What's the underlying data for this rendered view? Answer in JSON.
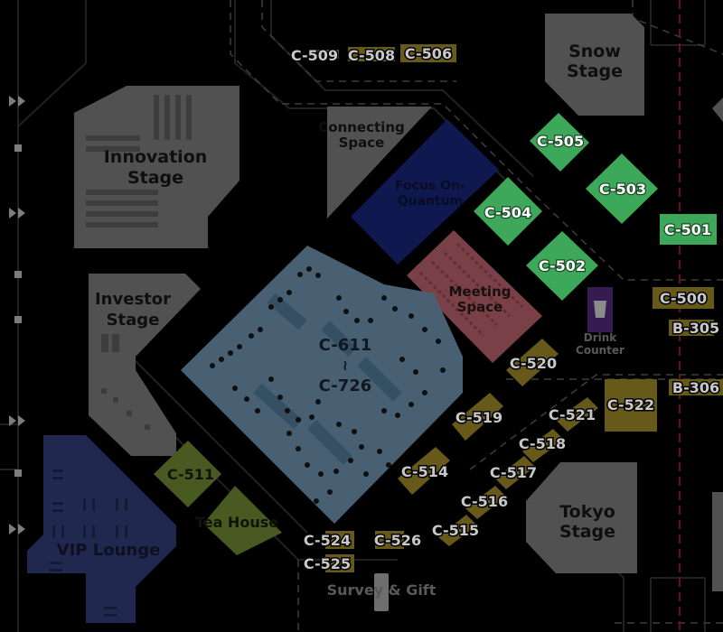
{
  "stages": {
    "innovation": [
      "Innovation",
      "Stage"
    ],
    "investor": [
      "Investor",
      "Stage"
    ],
    "snow": [
      "Snow",
      "Stage"
    ],
    "tokyo": [
      "Tokyo",
      "Stage"
    ]
  },
  "areas": {
    "connecting_space": [
      "Connecting",
      "Space"
    ],
    "focus_quantum": [
      "Focus On-",
      "Quantum"
    ],
    "meeting_space": [
      "Meeting",
      "Space"
    ],
    "drink_counter": [
      "Drink",
      "Counter"
    ],
    "vip_lounge": "VIP Lounge",
    "tea_house": "Tea House",
    "survey_gift": "Survey & Gift"
  },
  "center_booth": {
    "top": "C-611",
    "tilde": "~",
    "bottom": "C-726"
  },
  "booths": {
    "c509": "C-509",
    "c508": "C-508",
    "c506": "C-506",
    "c505": "C-505",
    "c504": "C-504",
    "c503": "C-503",
    "c502": "C-502",
    "c501": "C-501",
    "c500": "C-500",
    "b305": "B-305",
    "b306": "B-306",
    "c520": "C-520",
    "c522": "C-522",
    "c521": "C-521",
    "c519": "C-519",
    "c518": "C-518",
    "c517": "C-517",
    "c514": "C-514",
    "c516": "C-516",
    "c515": "C-515",
    "c511": "C-511",
    "c524": "C-524",
    "c525": "C-525",
    "c526": "C-526"
  },
  "colors": {
    "background": "#000000",
    "wall": "#2b2b2b",
    "stage_fill": "#8a8a8a",
    "stage_text": "#1a1a1a",
    "highlight_booth": "#3ea85a",
    "dim_booth": "#b09a2e",
    "center_blue": "#7fa6c4",
    "quantum_blue": "#1c2a8a",
    "meeting_red": "#d0707a",
    "vip_blue": "#3a4688",
    "olive_green": "#7c9a3a",
    "corridor_dash": "#8a8a8a",
    "red_line": "#b51d1d",
    "overlay_opacity": 0.55
  }
}
